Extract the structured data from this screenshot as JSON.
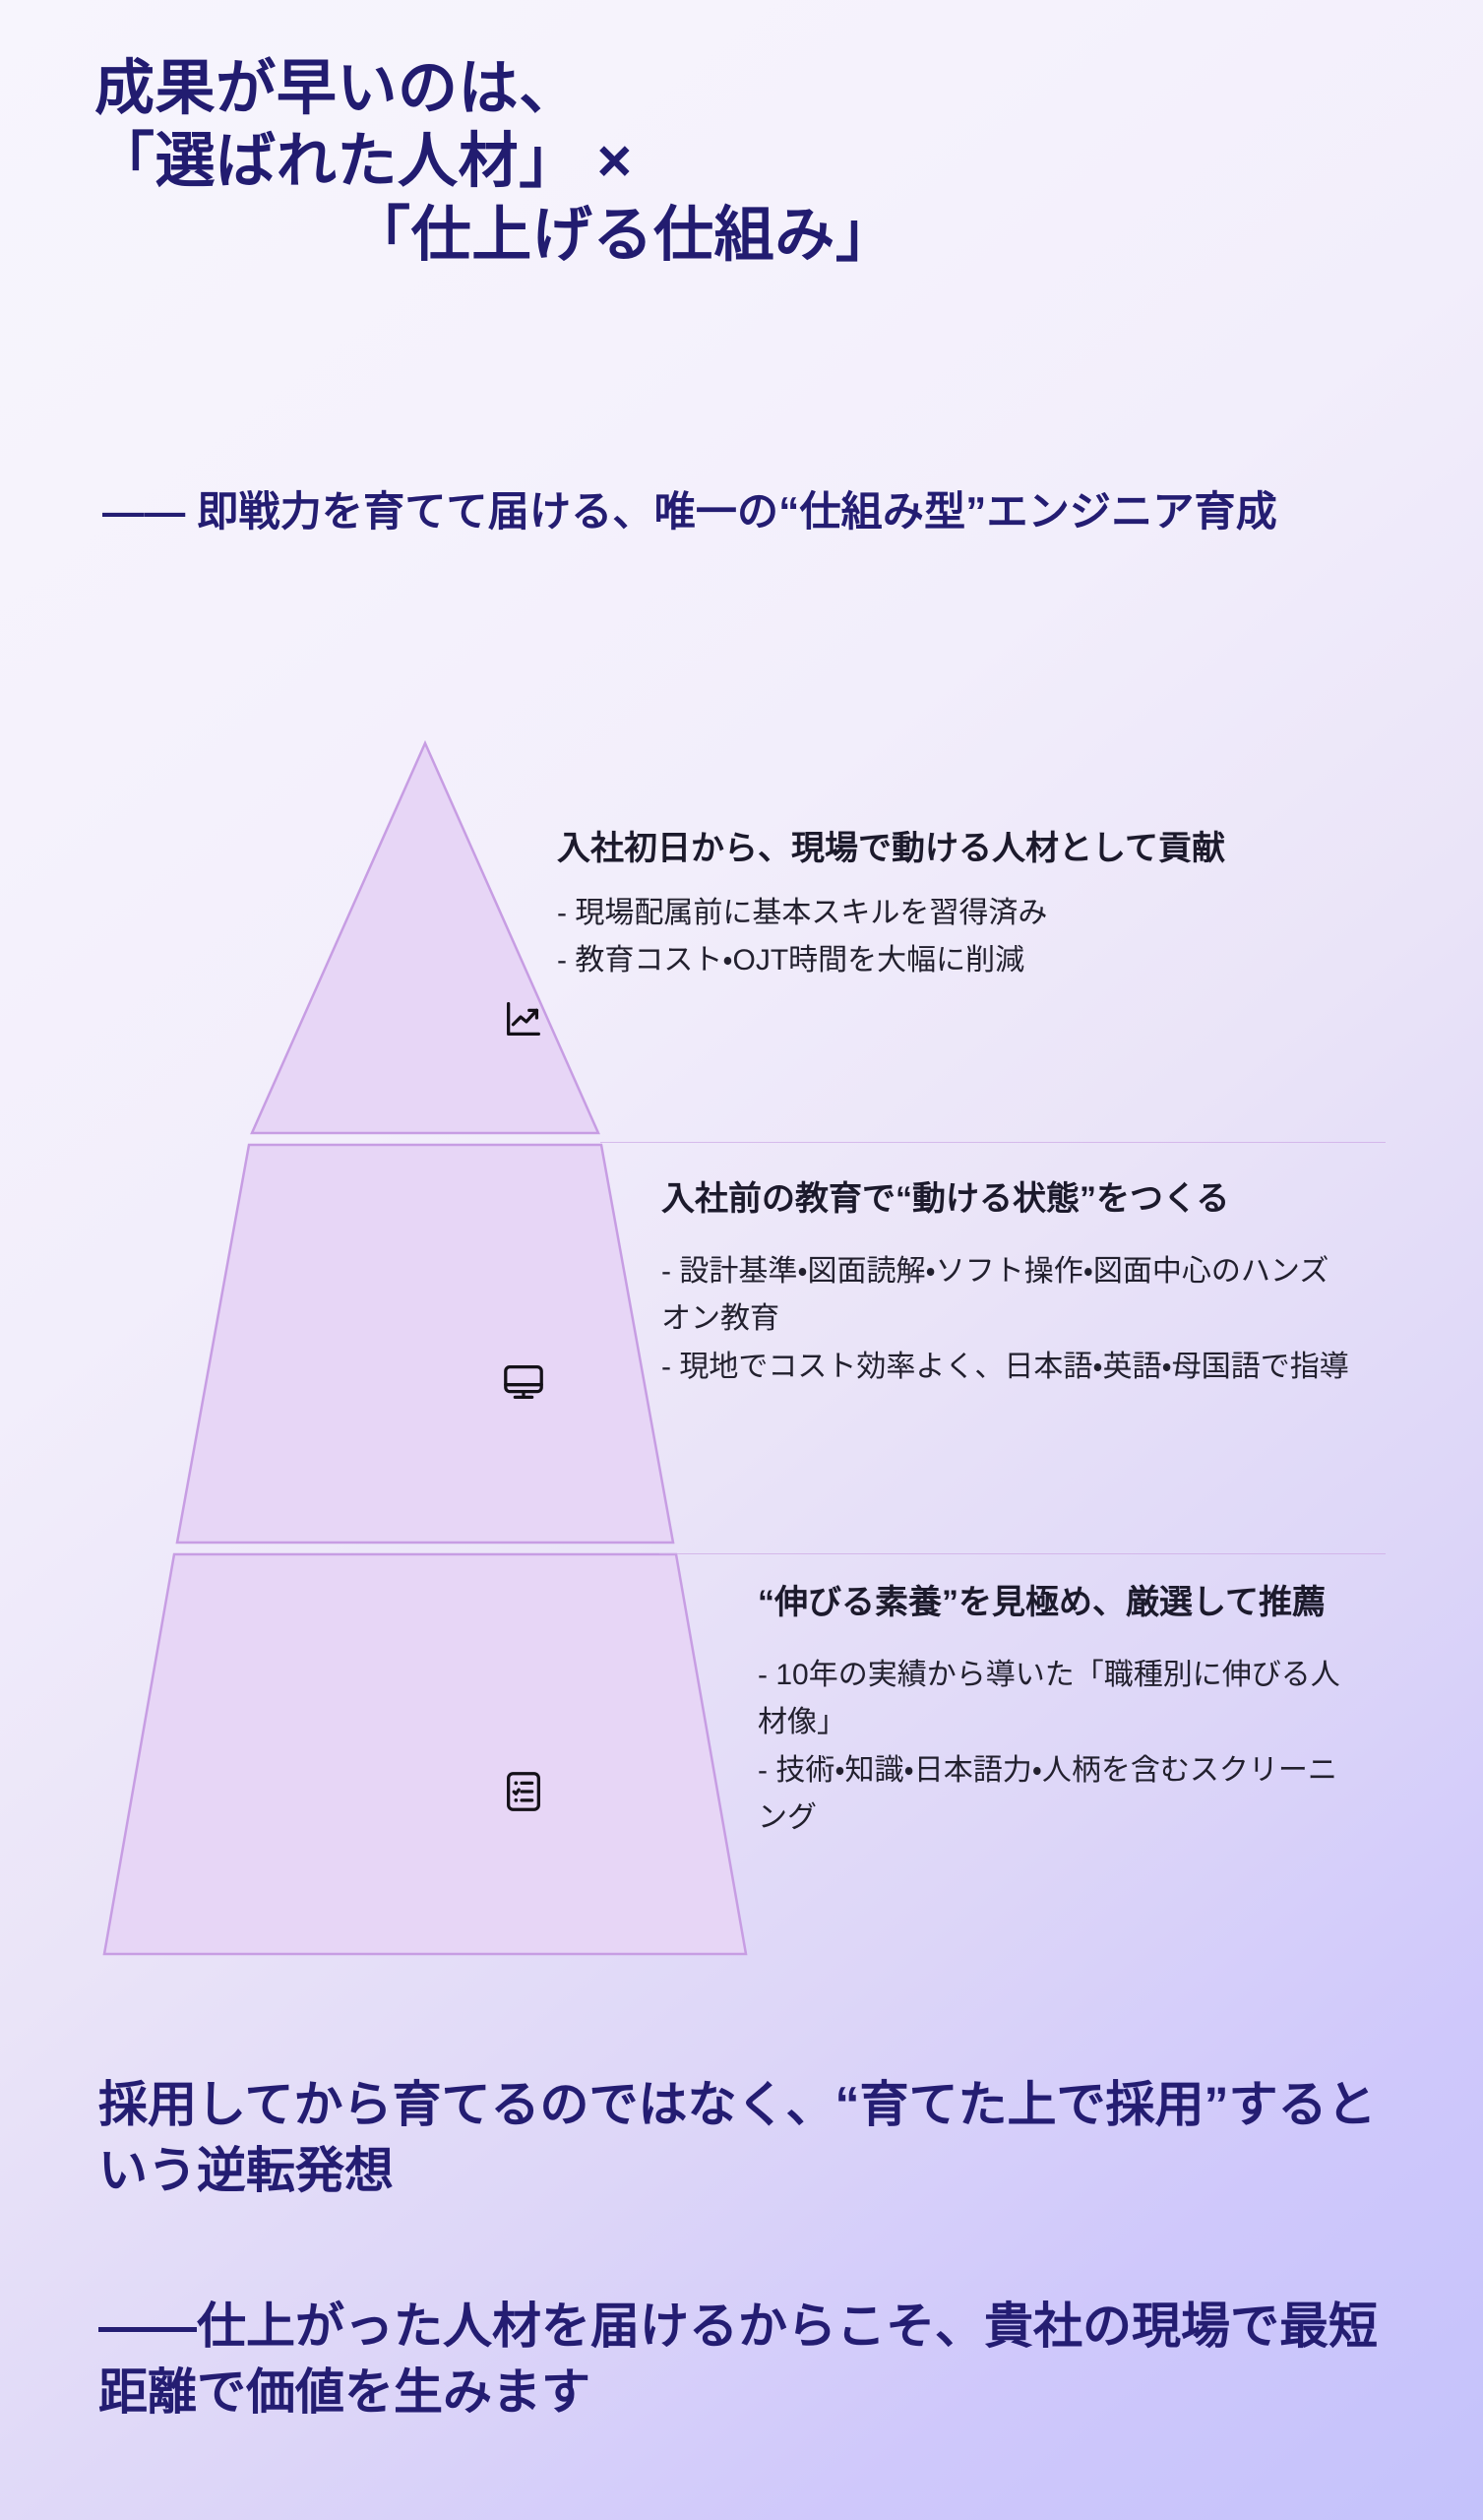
{
  "headline": {
    "line1": "成果が早いのは、",
    "line2": "「選ばれた人材」 ×",
    "line3": "「仕上げる仕組み」"
  },
  "subtitle": {
    "text": "—— 即戦力を育てて届ける、唯一の“仕組み型”エンジニア育成"
  },
  "pyramid": {
    "tiers": [
      {
        "icon": "trending-up-chart-icon",
        "title": "入社初日から、現場で動ける人材として貢献",
        "bullets": [
          "- 現場配属前に基本スキルを習得済み",
          "- 教育コスト・OJT時間を大幅に削減"
        ]
      },
      {
        "icon": "desktop-monitor-icon",
        "title": "入社前の教育で“動ける状態”をつくる",
        "bullets": [
          "- 設計基準・図面読解・ソフト操作・図面中心のハンズオン教育",
          "- 現地でコスト効率よく、日本語・英語・母国語で指導"
        ]
      },
      {
        "icon": "checklist-clipboard-icon",
        "title": "“伸びる素養”を見極め、厳選して推薦",
        "bullets": [
          "- 10年の実績から導いた「職種別に伸びる人材像」",
          "- 技術・知識・日本語力・人柄を含むスクリーニング"
        ]
      }
    ]
  },
  "conclusion": {
    "text": "採用してから育てるのではなく、“育てた上で採用”するという逆転発想"
  },
  "closing": {
    "text": "——仕上がった人材を届けるからこそ、貴社の現場で最短距離で価値を生みます"
  },
  "colors": {
    "heading_navy": "#221c70",
    "body_dark": "#1d1a27",
    "pyramid_fill": "#e7d6f6",
    "pyramid_stroke": "#c79de3",
    "divider": "#cdaae6",
    "background_start": "#f7f5fd",
    "background_end": "#c4c2fb"
  }
}
